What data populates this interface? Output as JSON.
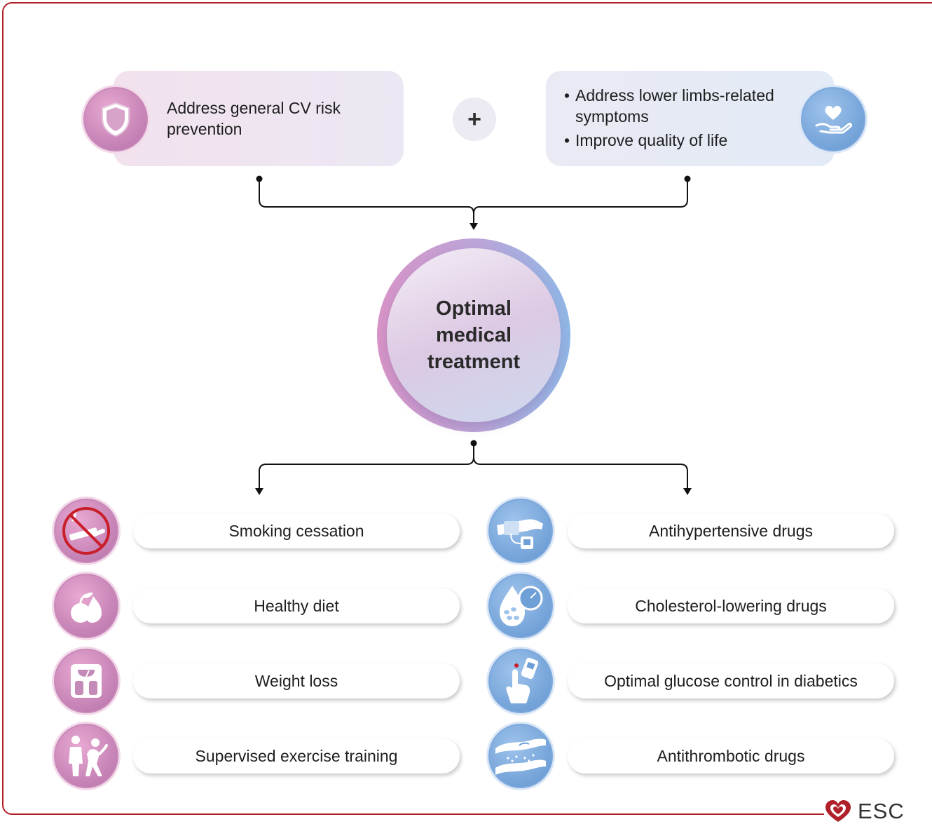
{
  "top": {
    "left_text": "Address general CV risk prevention",
    "plus": "+",
    "right_items": [
      "Address lower limbs-related symptoms",
      "Improve quality of life"
    ]
  },
  "center": {
    "label": "Optimal medical treatment"
  },
  "left_items": [
    {
      "label": "Smoking cessation",
      "icon": "no-smoking-icon"
    },
    {
      "label": "Healthy diet",
      "icon": "fruit-icon"
    },
    {
      "label": "Weight loss",
      "icon": "scale-icon"
    },
    {
      "label": "Supervised exercise training",
      "icon": "exercise-icon"
    }
  ],
  "right_items": [
    {
      "label": "Antihypertensive drugs",
      "icon": "blood-pressure-icon"
    },
    {
      "label": "Cholesterol-lowering drugs",
      "icon": "cholesterol-icon"
    },
    {
      "label": "Optimal glucose control in diabetics",
      "icon": "glucose-test-icon"
    },
    {
      "label": "Antithrombotic drugs",
      "icon": "blood-vessel-icon"
    }
  ],
  "logo": {
    "text": "ESC"
  },
  "colors": {
    "frame": "#b0202a",
    "pink": "#c27fb3",
    "blue": "#6e9fd6"
  }
}
